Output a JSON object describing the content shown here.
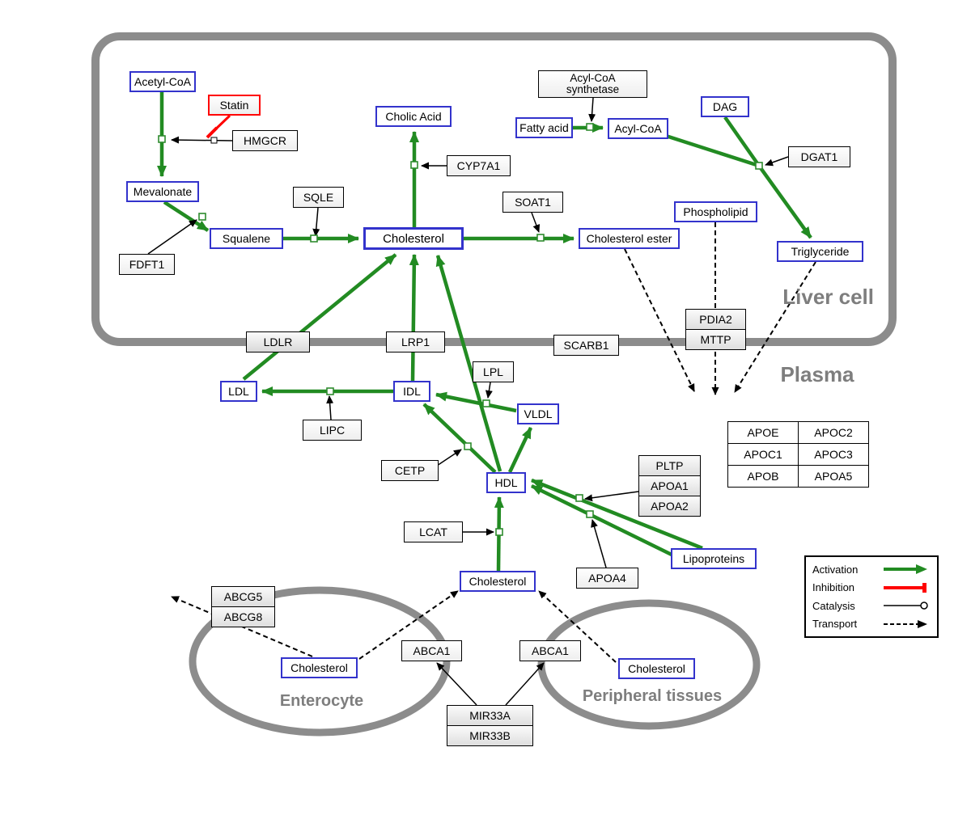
{
  "colors": {
    "activation": "#228B22",
    "inhibition": "#FF0000",
    "catalysis": "#000000",
    "transport": "#000000",
    "metabolite_border": "#3333CC",
    "compartment_stroke": "#8C8C8C"
  },
  "compartments": {
    "liver": "Liver cell",
    "plasma": "Plasma",
    "enterocyte": "Enterocyte",
    "peripheral": "Peripheral tissues"
  },
  "metabolites": {
    "acetyl_coa": "Acetyl-CoA",
    "mevalonate": "Mevalonate",
    "squalene": "Squalene",
    "cholic_acid": "Cholic Acid",
    "cholesterol_liver": "Cholesterol",
    "fatty_acid": "Fatty acid",
    "acyl_coa": "Acyl-CoA",
    "dag": "DAG",
    "phospholipid": "Phospholipid",
    "cholesterol_ester": "Cholesterol ester",
    "triglyceride": "Triglyceride",
    "ldl": "LDL",
    "idl": "IDL",
    "vldl": "VLDL",
    "hdl": "HDL",
    "cholesterol_plasma": "Cholesterol",
    "cholesterol_enterocyte": "Cholesterol",
    "cholesterol_peripheral": "Cholesterol",
    "lipoproteins": "Lipoproteins"
  },
  "enzymes": {
    "statin": "Statin",
    "hmgcr": "HMGCR",
    "sqle": "SQLE",
    "fdft1": "FDFT1",
    "cyp7a1": "CYP7A1",
    "acs_line1": "Acyl-CoA",
    "acs_line2": "synthetase",
    "dgat1": "DGAT1",
    "soat1": "SOAT1",
    "pdia2": "PDIA2",
    "mttp": "MTTP",
    "ldlr": "LDLR",
    "lrp1": "LRP1",
    "scarb1": "SCARB1",
    "lpl": "LPL",
    "lipc": "LIPC",
    "cetp": "CETP",
    "pltp": "PLTP",
    "apoa1": "APOA1",
    "apoa2": "APOA2",
    "lcat": "LCAT",
    "apoa4": "APOA4",
    "abcg5": "ABCG5",
    "abcg8": "ABCG8",
    "abca1_left": "ABCA1",
    "abca1_right": "ABCA1",
    "mir33a": "MIR33A",
    "mir33b": "MIR33B"
  },
  "apo_table": {
    "rows": [
      [
        "APOE",
        "APOC2"
      ],
      [
        "APOC1",
        "APOC3"
      ],
      [
        "APOB",
        "APOA5"
      ]
    ]
  },
  "legend": {
    "activation": "Activation",
    "inhibition": "Inhibition",
    "catalysis": "Catalysis",
    "transport": "Transport"
  }
}
